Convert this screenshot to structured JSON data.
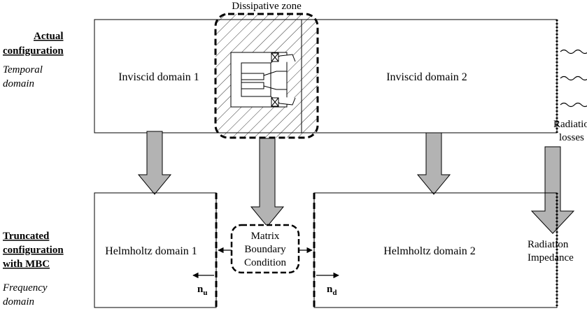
{
  "diagram": {
    "dissipative_zone_label": "Dissipative zone",
    "actual": {
      "title_line1": "Actual",
      "title_line2": "configuration",
      "subtitle_line1": "Temporal",
      "subtitle_line2": "domain",
      "domain1_label": "Inviscid domain 1",
      "domain2_label": "Inviscid domain 2"
    },
    "radiation_losses_line1": "Radiation",
    "radiation_losses_line2": "losses",
    "truncated": {
      "title_line1": "Truncated",
      "title_line2": "configuration",
      "title_line3": "with MBC",
      "subtitle_line1": "Frequency",
      "subtitle_line2": "domain",
      "domain1_label": "Helmholtz domain 1",
      "domain2_label": "Helmholtz domain 2"
    },
    "mbc_line1": "Matrix",
    "mbc_line2": "Boundary",
    "mbc_line3": "Condition",
    "radiation_impedance_line1": "Radiation",
    "radiation_impedance_line2": "Impedance",
    "normal_u_base": "n",
    "normal_u_sub": "u",
    "normal_d_base": "n",
    "normal_d_sub": "d"
  },
  "colors": {
    "arrow_fill": "#b3b3b3",
    "line": "#000000",
    "background": "#ffffff"
  }
}
